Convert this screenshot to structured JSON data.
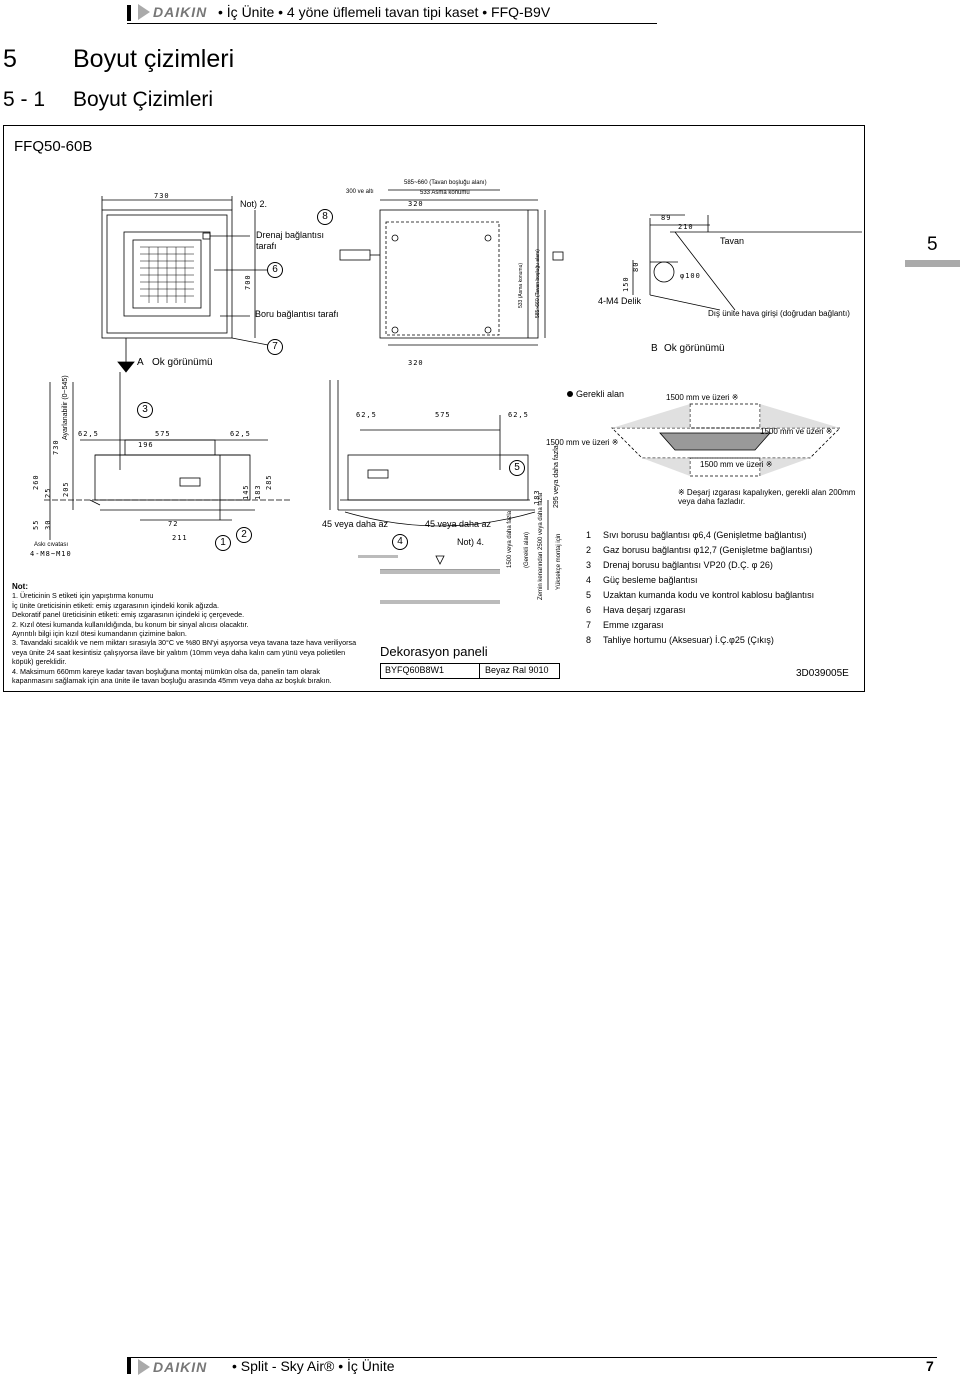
{
  "header": {
    "logo_text": "DAIKIN",
    "title": "• İç Ünite • 4 yöne üflemeli tavan tipi kaset • FFQ-B9V"
  },
  "section": {
    "number": "5",
    "title": "Boyut çizimleri"
  },
  "subsection": {
    "number": "5 - 1",
    "title": "Boyut Çizimleri"
  },
  "side_tab": "5",
  "model": "FFQ50-60B",
  "drawing": {
    "labels": {
      "not2": "Not) 2.",
      "drenaj": "Drenaj bağlantısı",
      "drenaj2": "tarafı",
      "boru": "Boru bağlantısı tarafı",
      "a_view": "Ok görünümü",
      "a_letter": "A",
      "b_view": "Ok görünümü",
      "b_letter": "B",
      "tavan": "Tavan",
      "delik": "4-M4 Delik",
      "dis_unite": "Dış ünite hava girişi (doğrudan bağlantı)",
      "ustten_300": "300 ve altı",
      "tavan_boslugu": "585~660 (Tavan boşluğu alanı)",
      "asma": "533 Asma konumu",
      "asma_v": "533 (Asma konumu)",
      "tavan_v": "585~660 (Tavan boşluğu alanı)",
      "ayarlanabilir": "Ayarlanabilir (0~545)",
      "aski": "Askı cıvatası",
      "m8": "4-M8~M10",
      "veya45a": "45 veya daha az",
      "veya45b": "45 veya daha az",
      "not4": "Not) 4.",
      "v1500": "1500 veya daha fazla",
      "gerekli_alan_v": "(Gerekli alan)",
      "zemin": "Zemin kenarından 2500 veya daha fazla",
      "yuksek": "Yüksekçe montaj için",
      "v295": "295 veya daha fazla",
      "gerekli": "Gerekli alan",
      "mm1500a": "1500 mm ve üzeri ※",
      "mm1500b": "1500 mm ve üzeri ※",
      "mm1500c": "1500 mm ve üzeri ※",
      "mm1500d": "1500 mm ve üzeri ※",
      "desarj": "※ Deşarj ızgarası kapalıyken, gerekli alan 200mm veya daha fazladır."
    },
    "dims": {
      "d730": "730",
      "d700": "700",
      "d320a": "320",
      "d320b": "320",
      "d89": "89",
      "d210": "210",
      "d150": "150",
      "d80": "80",
      "d100": "φ100",
      "d625a": "62,5",
      "d575a": "575",
      "d625b": "62,5",
      "d196": "196",
      "d625c": "62,5",
      "d575b": "575",
      "d625d": "62,5",
      "d730v": "730",
      "d260": "260",
      "d25": "25",
      "d205": "205",
      "d55": "55",
      "d30": "30",
      "d72": "72",
      "d211": "211",
      "d145": "145",
      "d183": "183",
      "d285": "285",
      "d183b": "183"
    },
    "circles": [
      "1",
      "2",
      "3",
      "4",
      "5",
      "6",
      "7",
      "8"
    ]
  },
  "notes": {
    "title": "Not:",
    "items": [
      "1. Üreticinin S etiketi için yapıştırma konumu",
      "İç ünite üreticisinin etiketi: emiş ızgarasının içindeki konik ağızda.",
      "Dekoratif panel üreticisinin etiketi: emiş ızgarasının içindeki iç çerçevede.",
      "2. Kızıl ötesi kumanda kullanıldığında, bu konum bir sinyal alıcısı olacaktır.",
      "Ayrıntılı bilgi için kızıl ötesi kumandanın çizimine bakın.",
      "3. Tavandaki sıcaklık ve nem miktarı sırasıyla 30°C ve %80 BN'yi aşıyorsa veya tavana taze hava veriliyorsa veya ünite 24 saat kesintisiz çalışıyorsa ilave bir yalıtım (10mm veya daha kalın cam yünü veya polietilen köpük) gereklidir.",
      "4. Maksimum 660mm kareye kadar tavan boşluğuna montaj mümkün olsa da, panelin tam olarak kapanmasını sağlamak için ana ünite ile tavan boşluğu arasında 45mm veya daha az boşluk bırakın."
    ]
  },
  "legend": [
    {
      "num": "1",
      "text": "Sıvı borusu bağlantısı φ6,4 (Genişletme bağlantısı)"
    },
    {
      "num": "2",
      "text": "Gaz borusu bağlantısı φ12,7 (Genişletme bağlantısı)"
    },
    {
      "num": "3",
      "text": "Drenaj borusu bağlantısı VP20 (D.Ç. φ 26)"
    },
    {
      "num": "4",
      "text": "Güç besleme bağlantısı"
    },
    {
      "num": "5",
      "text": "Uzaktan kumanda kodu ve kontrol kablosu bağlantısı"
    },
    {
      "num": "6",
      "text": "Hava deşarj ızgarası"
    },
    {
      "num": "7",
      "text": "Emme ızgarası"
    },
    {
      "num": "8",
      "text": "Tahliye hortumu (Aksesuar) İ.Ç.φ25 (Çıkış)"
    }
  ],
  "decoration": {
    "title": "Dekorasyon paneli",
    "model": "BYFQ60B8W1",
    "color": "Beyaz Ral 9010"
  },
  "doc_code": "3D039005E",
  "footer": {
    "logo_text": "DAIKIN",
    "text": "• Split - Sky Air® • İç Ünite",
    "page": "7"
  }
}
